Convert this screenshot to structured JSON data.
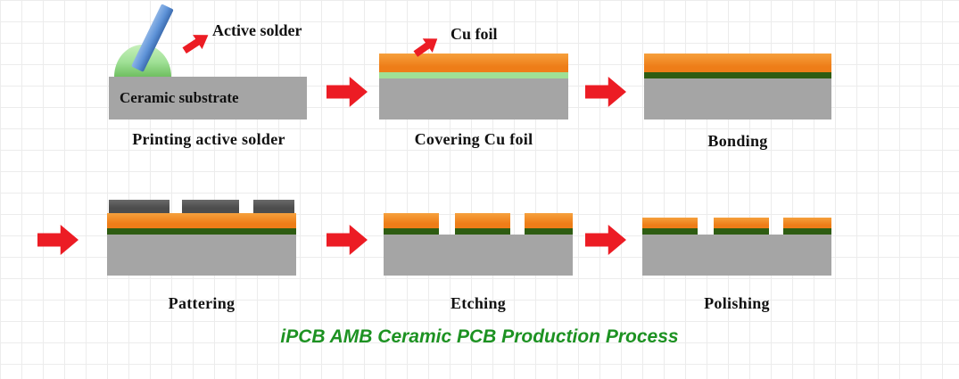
{
  "title": "iPCB AMB Ceramic PCB Production Process",
  "colors": {
    "substrate": "#a5a5a5",
    "copper": "#ee7d18",
    "copper-light": "#f6a03c",
    "solder-light": "#9fe095",
    "solder-dark": "#2e5c12",
    "mask": "#4d4d4d",
    "arrow": "#ec1c24",
    "squeegee": "#5e93d8",
    "title-color": "#1d9222",
    "grid": "#ececec",
    "text": "#111111"
  },
  "steps": [
    {
      "label": "Printing active solder",
      "annotation": "Active solder",
      "substrate_label": "Ceramic substrate"
    },
    {
      "label": "Covering Cu foil",
      "annotation": "Cu foil"
    },
    {
      "label": "Bonding"
    },
    {
      "label": "Pattering"
    },
    {
      "label": "Etching"
    },
    {
      "label": "Polishing"
    }
  ]
}
